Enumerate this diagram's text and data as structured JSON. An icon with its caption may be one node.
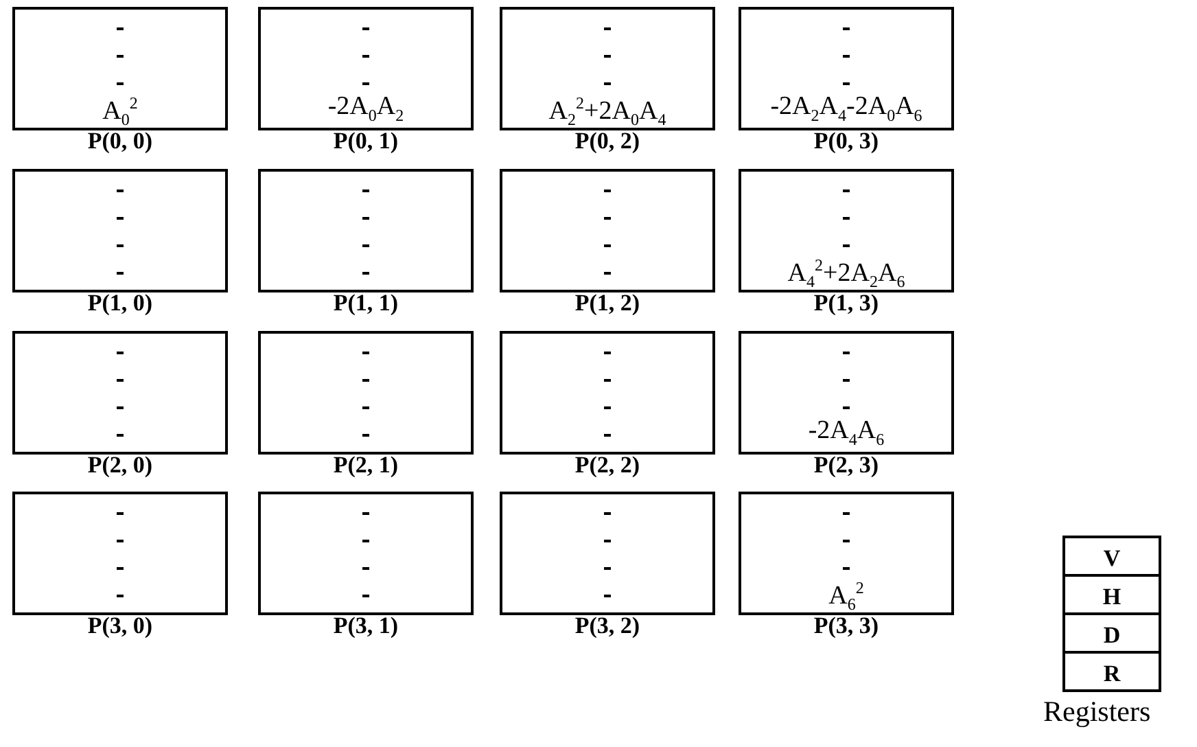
{
  "diagram": {
    "nodes": [
      {
        "text": [
          "A$_{0}$$^{2}$",
          "P(0, 0)"
        ]
      },
      {
        "text": [
          "-2A$_{0}$A$_{2}$",
          "P(0, 1)"
        ]
      },
      {
        "text": [
          "A$_{2}$$^{2}$+2A$_{0}$A$_{4}$",
          "P(0, 2)"
        ]
      },
      {
        "text": [
          "-2A$_{2}$A$_{4}$-2A$_{0}$A$_{6}$",
          "P(0, 3)"
        ]
      },
      {
        "text": [
          "P(1, 0)"
        ]
      },
      {
        "text": [
          "P(1, 1)"
        ]
      },
      {
        "text": [
          "P(1, 2)"
        ]
      },
      {
        "text": [
          "A$_{4}$$^{2}$+2A$_{2}$A$_{6}$",
          "P(1, 3)"
        ]
      },
      {
        "text": [
          "P(2, 0)"
        ]
      },
      {
        "text": [
          "P(2, 1)"
        ]
      },
      {
        "text": [
          "P(2, 2)"
        ]
      },
      {
        "text": [
          "-2A$_{4}$A$_{6}$",
          "P(2, 3)"
        ]
      },
      {
        "text": [
          "P(3, 0)"
        ]
      },
      {
        "text": [
          "P(3, 1)"
        ]
      },
      {
        "text": [
          "P(3, 2)"
        ]
      },
      {
        "text": [
          "A$_{6}$$^{2}$",
          "P(3, 3)"
        ]
      },
      {
        "text": [
          "Registers"
        ]
      },
      {
        "text": [
          "V"
        ],
        "in": 16
      },
      {
        "text": [
          "H"
        ],
        "in": 16
      },
      {
        "text": [
          "D"
        ],
        "in": 16
      },
      {
        "text": [
          "R"
        ],
        "in": 16
      }
    ]
  }
}
